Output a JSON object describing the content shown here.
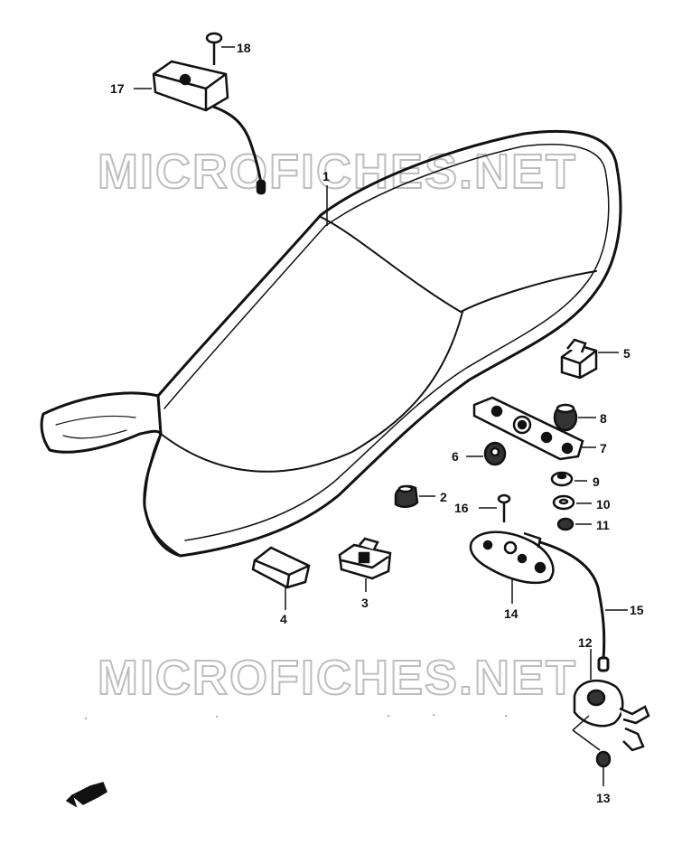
{
  "watermark": {
    "text": "MICROFICHES.NET"
  },
  "callouts": {
    "p1": "1",
    "p2": "2",
    "p3": "3",
    "p4": "4",
    "p5": "5",
    "p6": "6",
    "p7": "7",
    "p8": "8",
    "p9": "9",
    "p10": "10",
    "p11": "11",
    "p12": "12",
    "p13": "13",
    "p14": "14",
    "p15": "15",
    "p16": "16",
    "p17": "17",
    "p18": "18"
  },
  "icons": {
    "front_arrow": "front-arrow-icon"
  },
  "colors": {
    "line": "#111111",
    "watermark_outline": "#bdbdbd"
  }
}
